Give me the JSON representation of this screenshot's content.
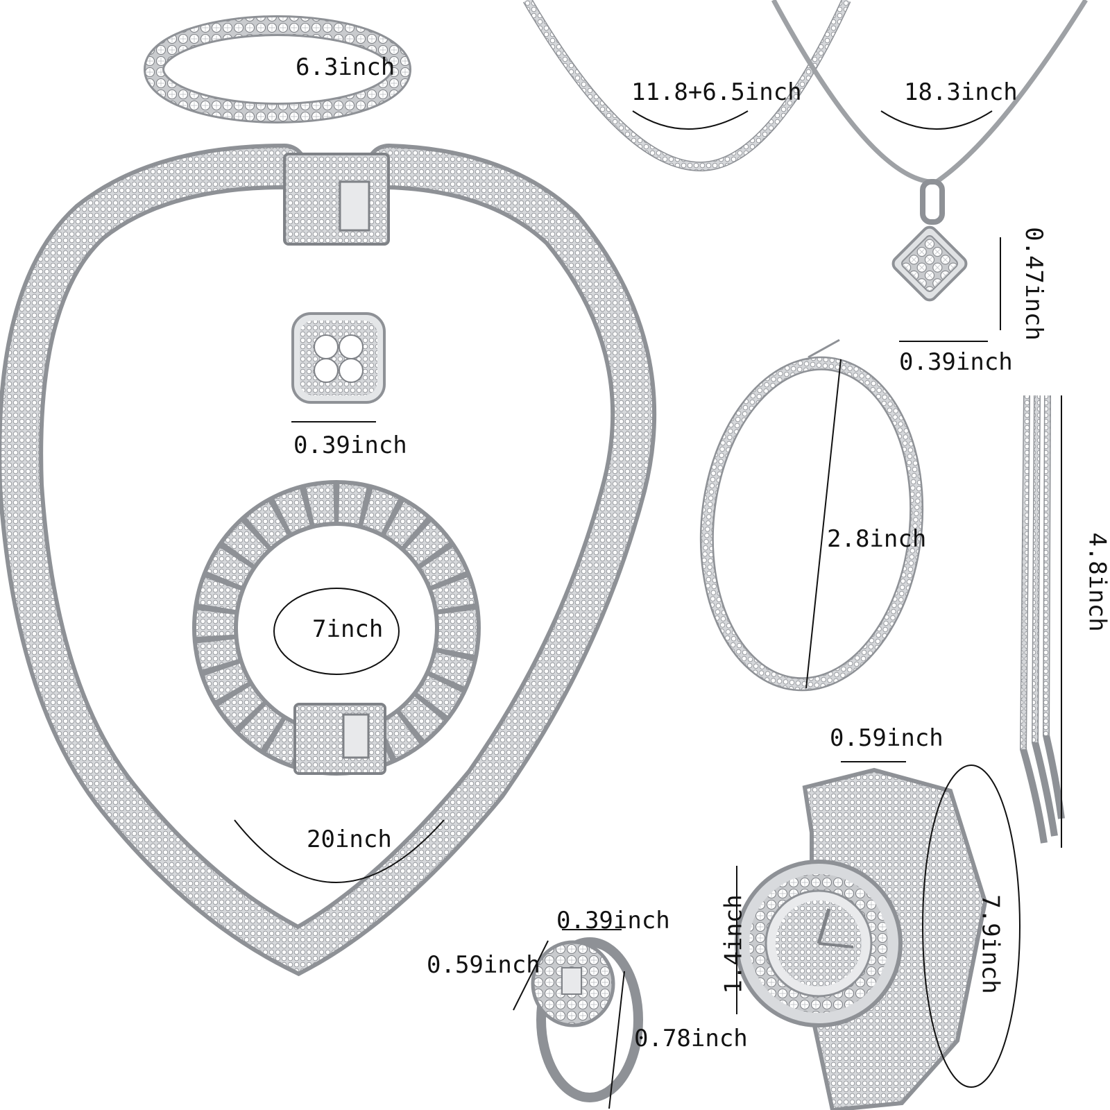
{
  "colors": {
    "background": "#ffffff",
    "silver": "#c4c6c9",
    "silver_dark": "#8e9196",
    "silver_light": "#eceef0",
    "line": "#111111"
  },
  "labels": {
    "tennis_bracelet": "6.3inch",
    "choker_extension": "11.8+6.5inch",
    "box_chain": "18.3inch",
    "pendant_height": "0.47inch",
    "pendant_width": "0.39inch",
    "stud_earring": "0.39inch",
    "hoop_earring": "2.8inch",
    "drop_earring": "4.8inch",
    "cuban_bracelet": "7inch",
    "cuban_necklace": "20inch",
    "watch_band": "0.59inch",
    "watch_case": "1.4inch",
    "watch_strap": "7.9inch",
    "ring_face_width": "0.39inch",
    "ring_face_height": "0.59inch",
    "ring_diameter": "0.78inch"
  },
  "items": [
    {
      "name": "tennis-bracelet",
      "icon": "tennis-bracelet-icon"
    },
    {
      "name": "tennis-choker",
      "icon": "tennis-chain-icon"
    },
    {
      "name": "box-chain-pendant",
      "icon": "pendant-icon"
    },
    {
      "name": "cuban-link-necklace",
      "icon": "cuban-chain-icon"
    },
    {
      "name": "stud-earring",
      "icon": "stud-earring-icon"
    },
    {
      "name": "cuban-link-bracelet",
      "icon": "cuban-bracelet-icon"
    },
    {
      "name": "hoop-earring",
      "icon": "hoop-earring-icon"
    },
    {
      "name": "drop-earring",
      "icon": "drop-earring-icon"
    },
    {
      "name": "iced-watch",
      "icon": "watch-icon"
    },
    {
      "name": "iced-ring",
      "icon": "ring-icon"
    }
  ]
}
